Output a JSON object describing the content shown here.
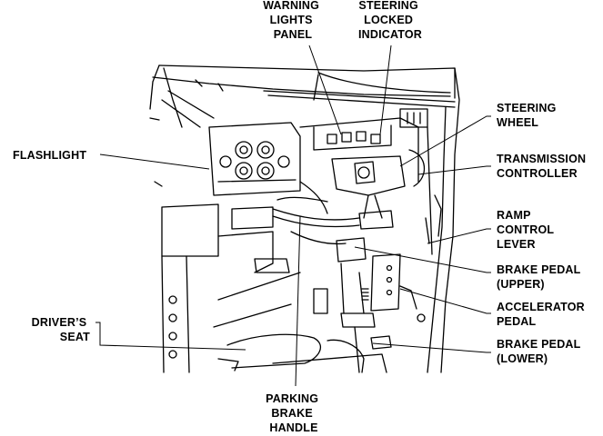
{
  "labels": {
    "warning_lights": [
      "WARNING",
      "LIGHTS",
      "PANEL"
    ],
    "steering_locked": [
      "STEERING",
      "LOCKED",
      "INDICATOR"
    ],
    "steering_wheel": [
      "STEERING",
      "WHEEL"
    ],
    "flashlight": [
      "FLASHLIGHT"
    ],
    "transmission_controller": [
      "TRANSMISSION",
      "CONTROLLER"
    ],
    "ramp_control": [
      "RAMP",
      "CONTROL",
      "LEVER"
    ],
    "brake_upper": [
      "BRAKE PEDAL",
      "(UPPER)"
    ],
    "accelerator": [
      "ACCELERATOR",
      "PEDAL"
    ],
    "drivers_seat": [
      "DRIVER’S",
      "SEAT"
    ],
    "brake_lower": [
      "BRAKE PEDAL",
      "(LOWER)"
    ],
    "parking_brake": [
      "PARKING",
      "BRAKE",
      "HANDLE"
    ]
  },
  "colors": {
    "ink": "#000000",
    "paper": "#ffffff"
  }
}
